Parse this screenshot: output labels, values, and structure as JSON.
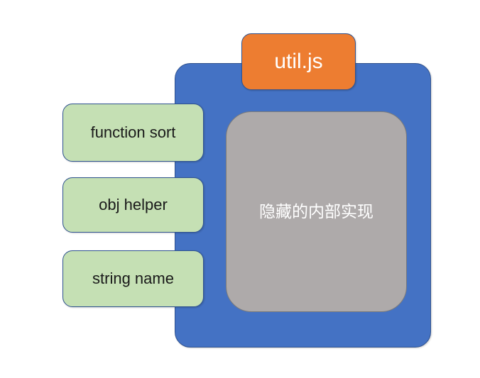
{
  "diagram": {
    "type": "module-encapsulation-diagram",
    "module": {
      "title": "util.js",
      "title_color": "#ED7D31",
      "container_color": "#4472C4"
    },
    "private_area": {
      "label": "隐藏的内部实现",
      "color": "#AEAAAA"
    },
    "exports": [
      {
        "label": "function sort",
        "color": "#C5E0B4"
      },
      {
        "label": "obj helper",
        "color": "#C5E0B4"
      },
      {
        "label": "string name",
        "color": "#C5E0B4"
      }
    ]
  }
}
